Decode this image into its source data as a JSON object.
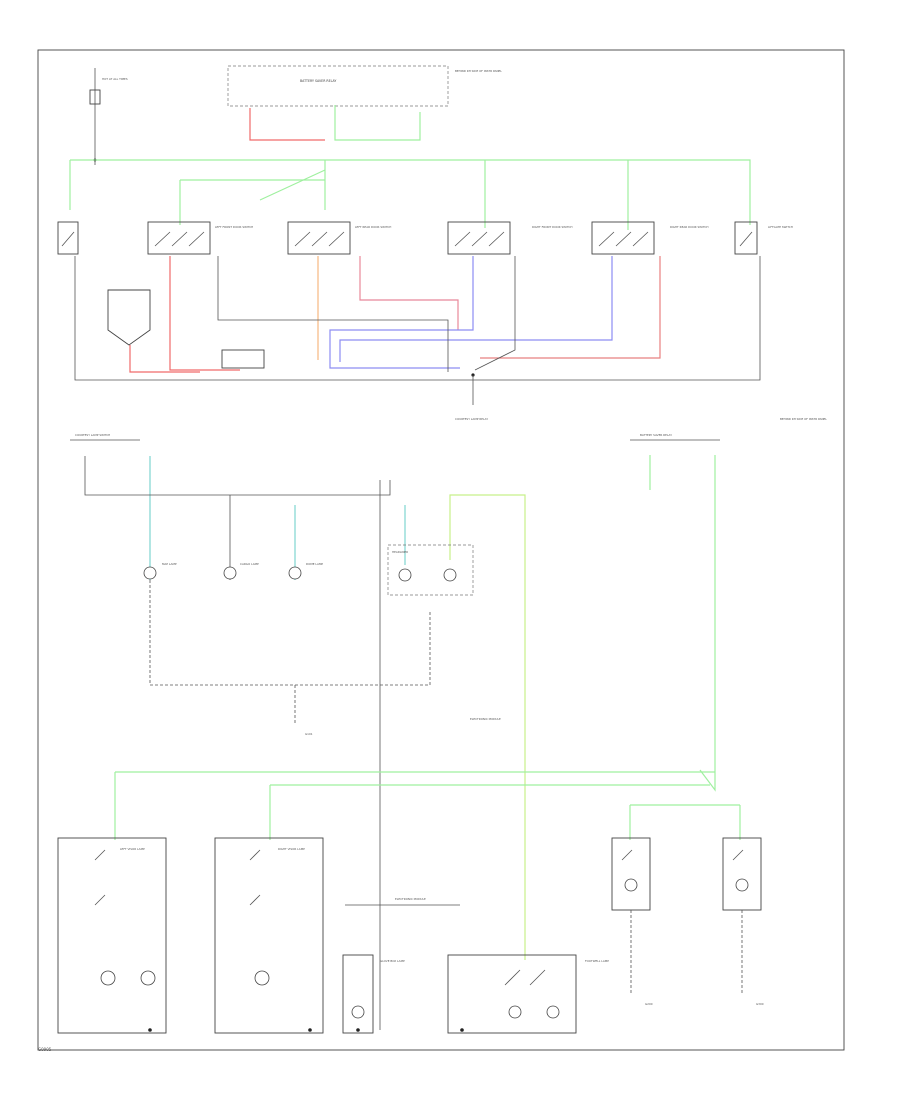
{
  "labels": {
    "battery_saver_relay_top": "BATTERY SAVER RELAY",
    "battery_saver_relay_top_note": "BEHIND RH SIDE OF INSTR PANEL",
    "fuse_top": "HOT AT ALL TIMES",
    "courtesy_lamp_switch": "COURTESY LAMP SWITCH",
    "courtesy_lamp_relay": "COURTESY LAMP RELAY",
    "battery_saver_relay_mid": "BATTERY SAVER RELAY",
    "battery_saver_relay_mid_note": "BEHIND RH SIDE OF INSTR PANEL",
    "electronic_module": "ELECTRONIC MODULE",
    "electronic_module_bottom": "ELECTRONIC MODULE",
    "headliner": "HEADLINER",
    "map_lamp": "MAP LAMP",
    "cargo_lamp": "CARGO LAMP",
    "dome_lamp": "DOME LAMP",
    "lh_visor_lamp": "LEFT VISOR LAMP",
    "rh_visor_lamp": "RIGHT VISOR LAMP",
    "glove_box_lamp": "GLOVE BOX LAMP",
    "footwell_lamp": "FOOTWELL LAMP",
    "lf_door_switch": "LEFT FRONT DOOR SWITCH",
    "lr_door_switch": "LEFT REAR DOOR SWITCH",
    "rf_door_switch": "RIGHT FRONT DOOR SWITCH",
    "rr_door_switch": "RIGHT REAR DOOR SWITCH",
    "liftgate_switch": "LIFTGATE SWITCH",
    "g_note_1": "G101",
    "g_note_2": "G200",
    "g_note_3": "G300",
    "footer_code": "G0905"
  }
}
